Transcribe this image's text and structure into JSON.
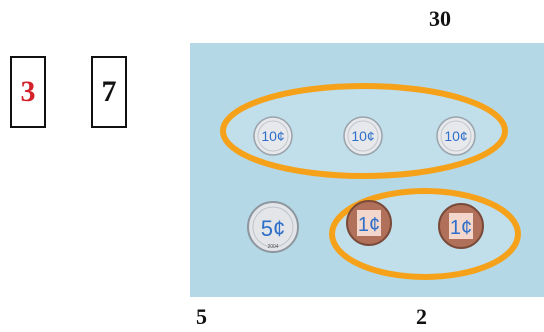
{
  "digits": {
    "tens": {
      "value": "3",
      "color": "#d3212a"
    },
    "ones": {
      "value": "7",
      "color": "#111111"
    }
  },
  "labels": {
    "top_right": "30",
    "bottom_left": "5",
    "bottom_right": "2"
  },
  "coins": {
    "dimes": [
      "10¢",
      "10¢",
      "10¢"
    ],
    "nickel": "5¢",
    "nickel_year": "2004",
    "pennies": [
      "1¢",
      "1¢"
    ]
  },
  "colors": {
    "panel_bg": "#b5d8e6",
    "group_outline": "#f5a21a",
    "coin_text": "#2f6fc9",
    "penny": "#b0705a",
    "penny_label_bg": "#f3d7cc"
  }
}
